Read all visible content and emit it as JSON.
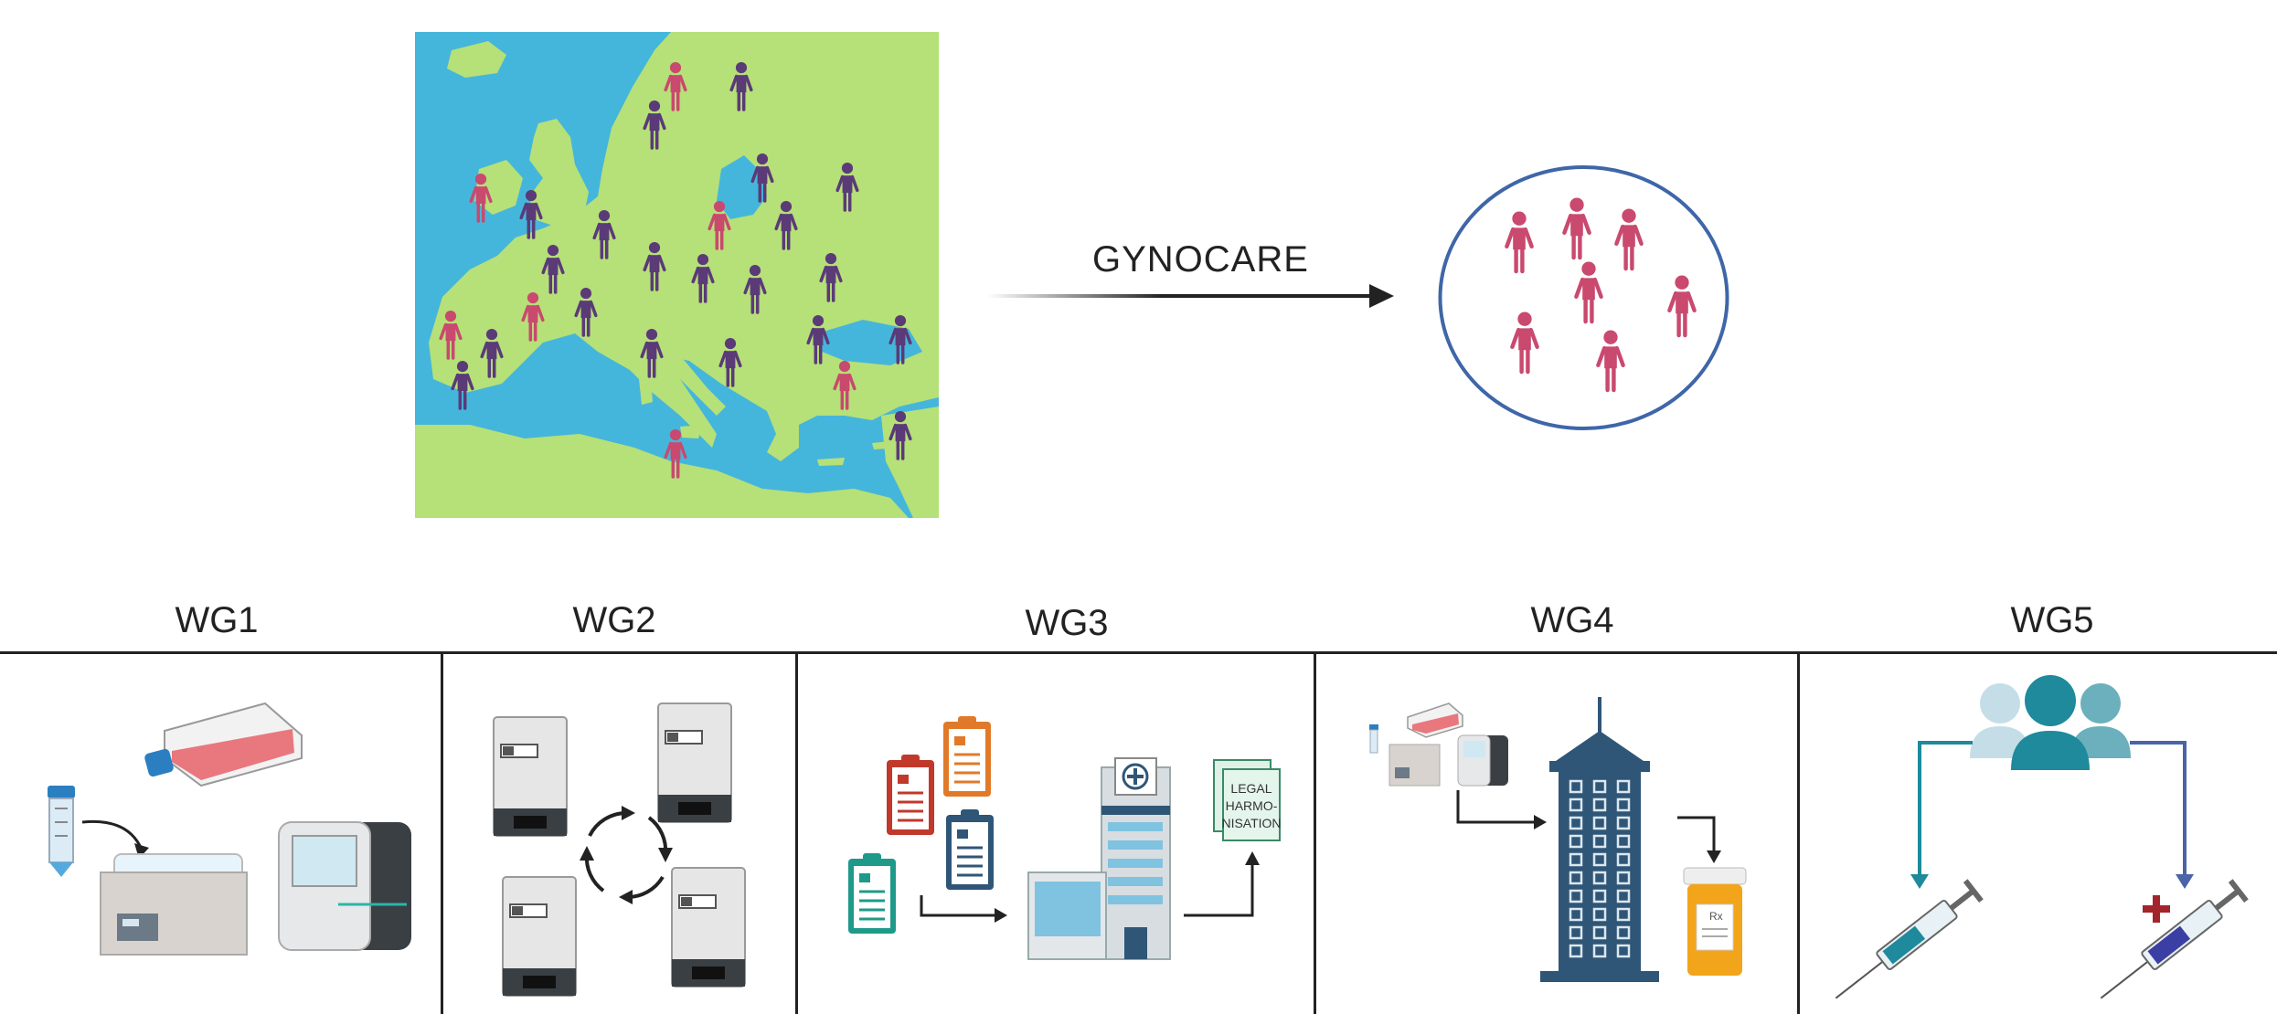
{
  "arrow": {
    "label": "GYNOCARE"
  },
  "working_groups": [
    {
      "id": "wg1",
      "label": "WG1"
    },
    {
      "id": "wg2",
      "label": "WG2"
    },
    {
      "id": "wg3",
      "label": "WG3"
    },
    {
      "id": "wg4",
      "label": "WG4"
    },
    {
      "id": "wg5",
      "label": "WG5"
    }
  ],
  "wg3": {
    "document_text": [
      "LEGAL",
      "HARMO-",
      "NISATION"
    ]
  },
  "wg4": {
    "rx_text": "Rx"
  },
  "colors": {
    "sea": "#45b6db",
    "land": "#b6e078",
    "person_purple": "#5b3a78",
    "person_pink": "#c9496f",
    "circle_border": "#3f66a8",
    "teal": "#1e8a9b",
    "navy": "#2f5677"
  }
}
